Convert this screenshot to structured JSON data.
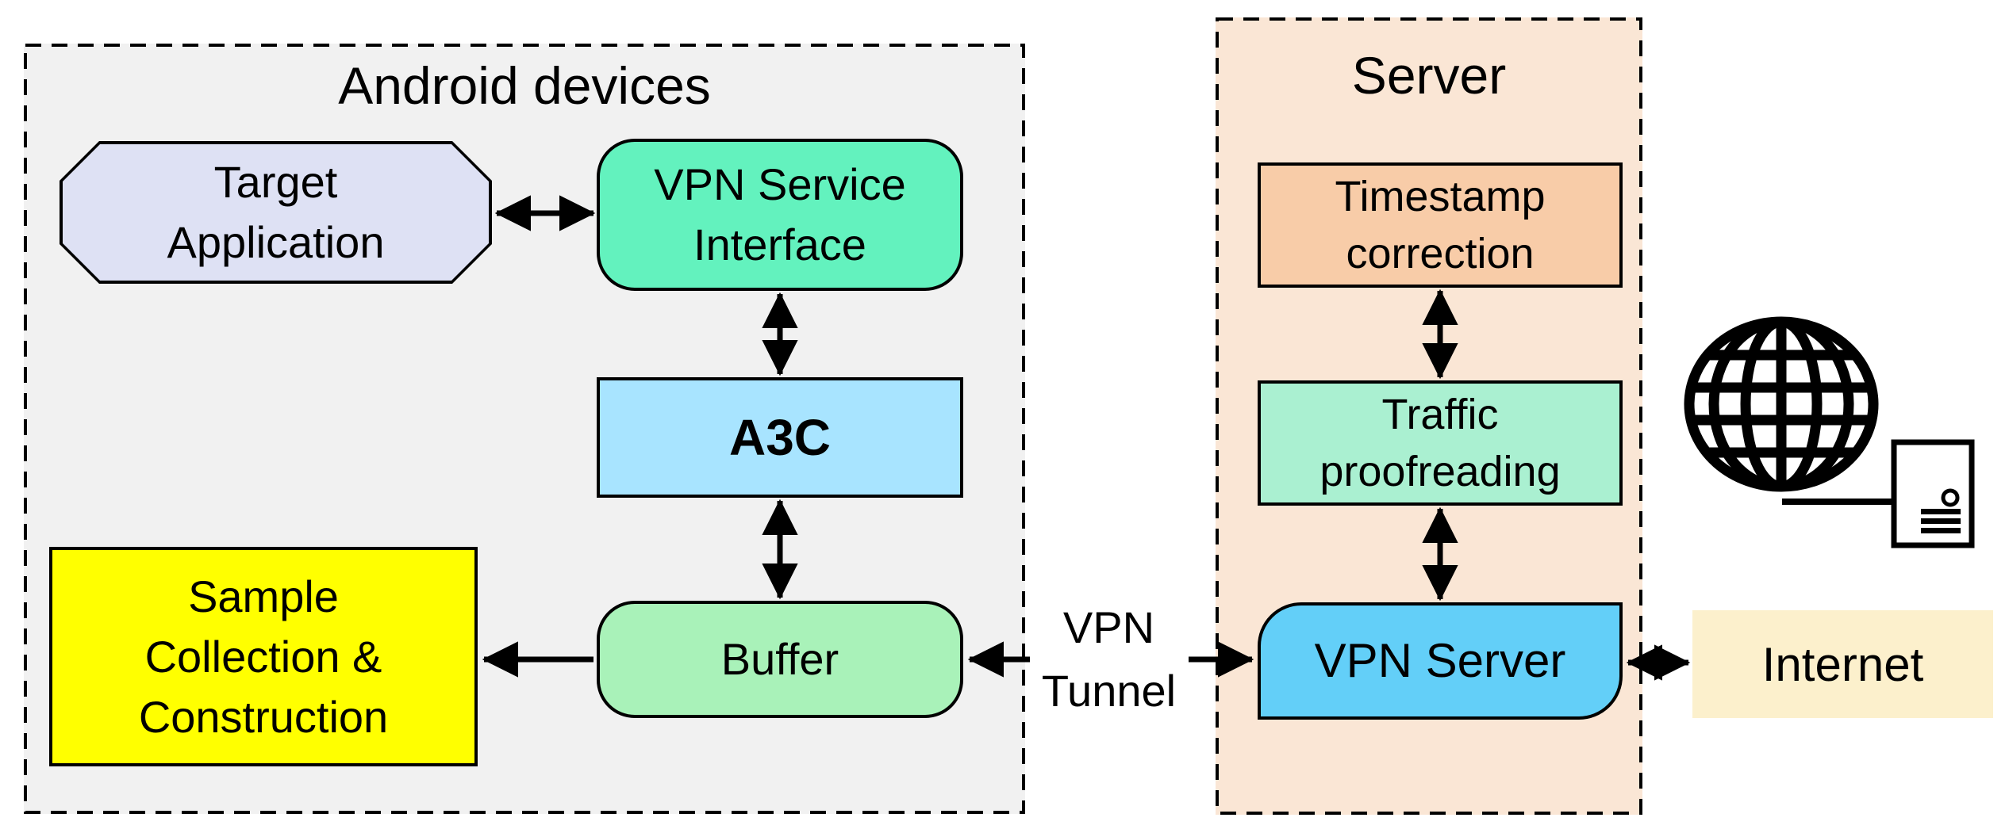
{
  "figure": {
    "android_group_title": "Android devices",
    "server_group_title": "Server",
    "nodes": {
      "target_application": "Target\nApplication",
      "vpn_service_interface": "VPN Service\nInterface",
      "a3c": "A3C",
      "buffer": "Buffer",
      "sample_collection": "Sample\nCollection &\nConstruction",
      "timestamp_correction": "Timestamp\ncorrection",
      "traffic_proofreading": "Traffic\nproofreading",
      "vpn_server": "VPN Server",
      "internet": "Internet"
    },
    "edge_labels": {
      "vpn_tunnel": "VPN\nTunnel"
    },
    "icons": [
      "globe-icon",
      "server-tower-icon"
    ],
    "colors": {
      "android_group_bg": "#F1F1F1",
      "server_group_bg": "#FAE6D5",
      "target_application_fill": "#DEE1F4",
      "vpn_service_interface_fill": "#63F2BE",
      "a3c_fill": "#A8E4FF",
      "buffer_fill": "#A9F2B9",
      "sample_collection_fill": "#FFFF00",
      "timestamp_correction_fill": "#F8CCA8",
      "traffic_proofreading_fill": "#AAF0D1",
      "vpn_server_fill": "#63CFF8",
      "internet_bg": "#FCF0CC",
      "stroke": "#000000"
    }
  }
}
